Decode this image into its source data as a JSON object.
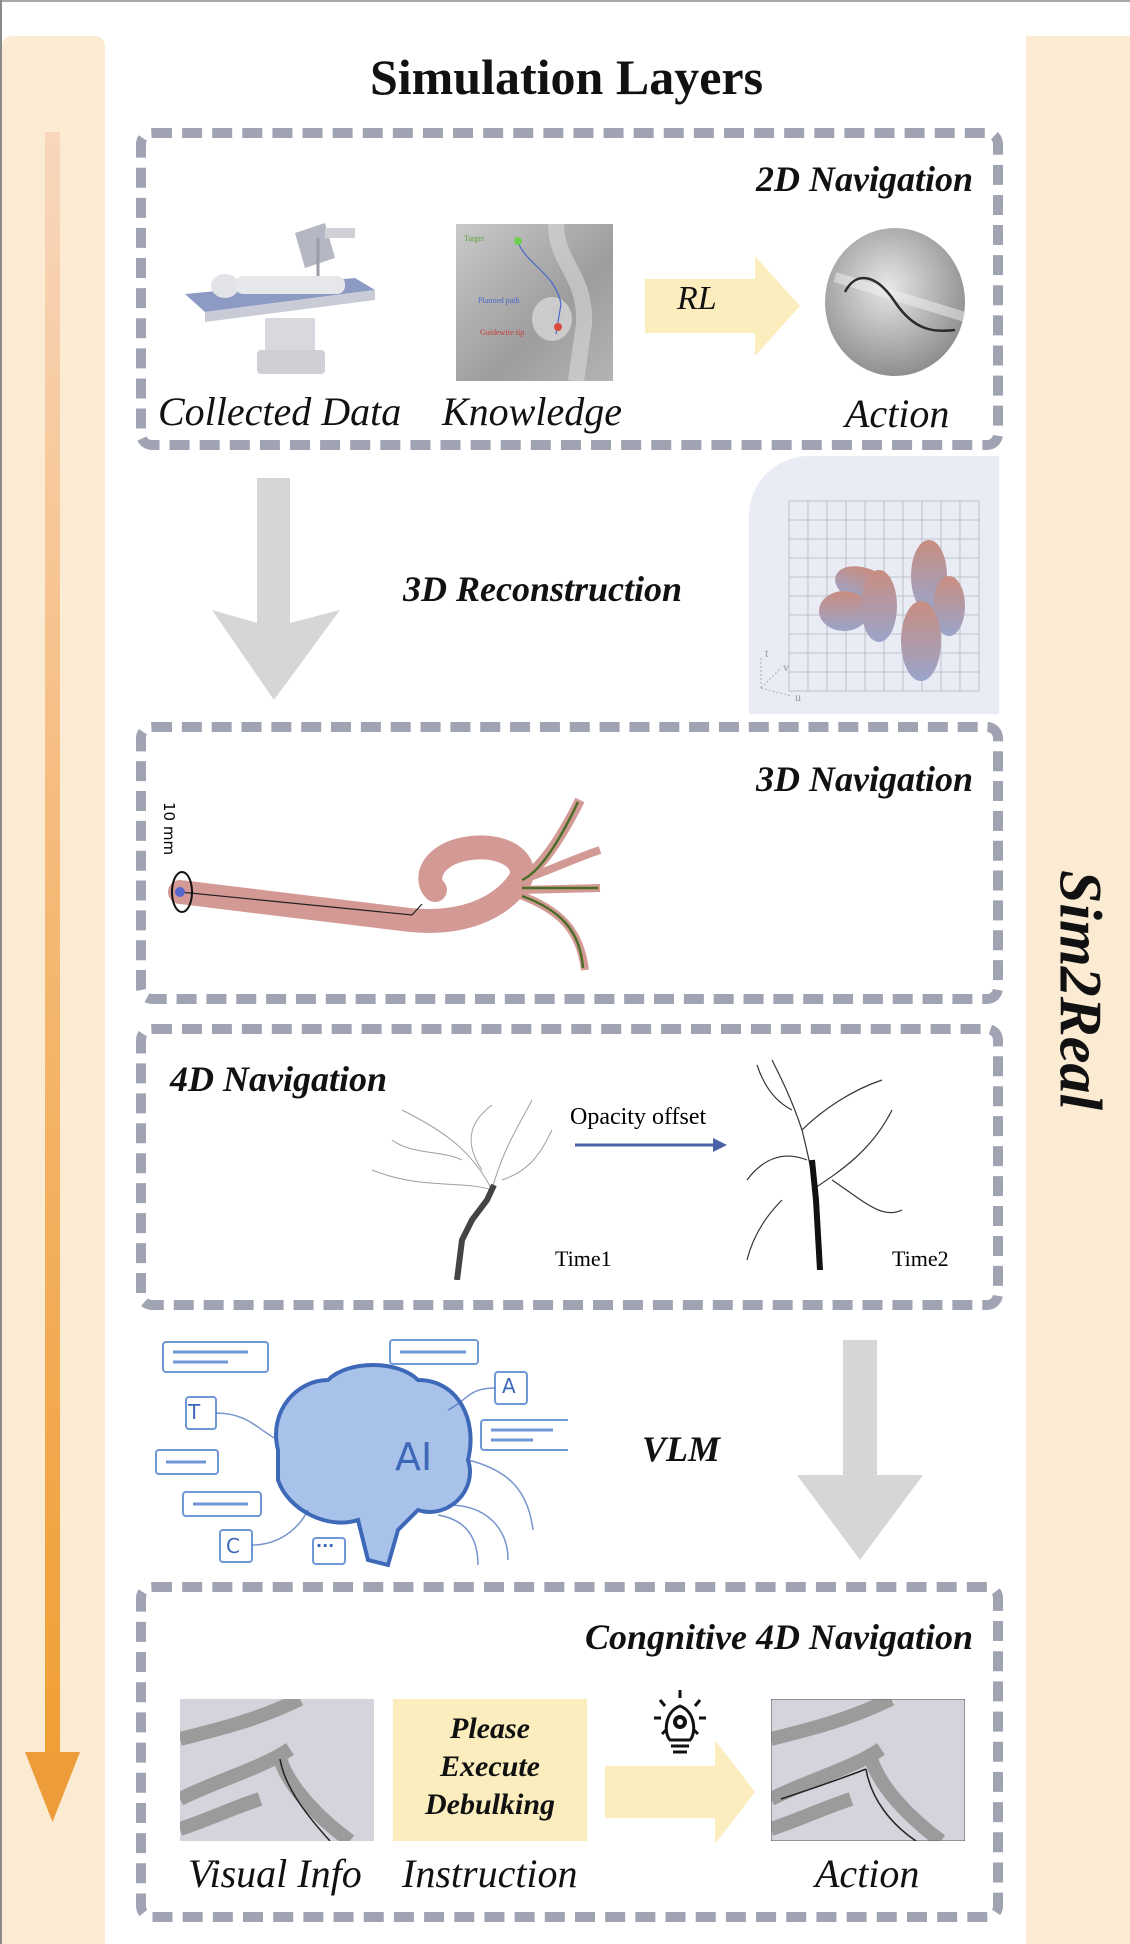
{
  "title": "Simulation Layers",
  "side_label": "Sim2Real",
  "colors": {
    "side_panel": "#fbebd2",
    "progress_arrow": "#f0a23e",
    "dash_border": "#a0a3b1",
    "yellow_arrow": "#fbedbd",
    "grey_arrow": "#d6d6d6",
    "brain_blue": "#6f97d6"
  },
  "layers": {
    "nav2d": {
      "title": "2D Navigation",
      "items": [
        {
          "label": "Collected Data"
        },
        {
          "label": "Knowledge",
          "annotations": [
            "Target",
            "Planned path",
            "Guidewire tip"
          ]
        },
        {
          "label": "Action"
        }
      ],
      "arrow_label": "RL"
    },
    "reconstruction": {
      "title": "3D Reconstruction",
      "axes": [
        "t",
        "v",
        "u"
      ]
    },
    "nav3d": {
      "title": "3D Navigation",
      "scale_bar": "10 mm"
    },
    "nav4d": {
      "title": "4D Navigation",
      "arrow_label": "Opacity offset",
      "frames": [
        "Time1",
        "Time2"
      ]
    },
    "vlm": {
      "label": "VLM",
      "brain_text": "AI",
      "letters": [
        "T",
        "A",
        "C",
        "..."
      ]
    },
    "cognitive": {
      "title": "Congnitive 4D Navigation",
      "items": [
        {
          "label": "Visual Info"
        },
        {
          "label": "Instruction",
          "text_lines": [
            "Please",
            "Execute",
            "Debulking"
          ]
        },
        {
          "label": "Action"
        }
      ],
      "icon": "lightbulb-gear-icon"
    }
  }
}
